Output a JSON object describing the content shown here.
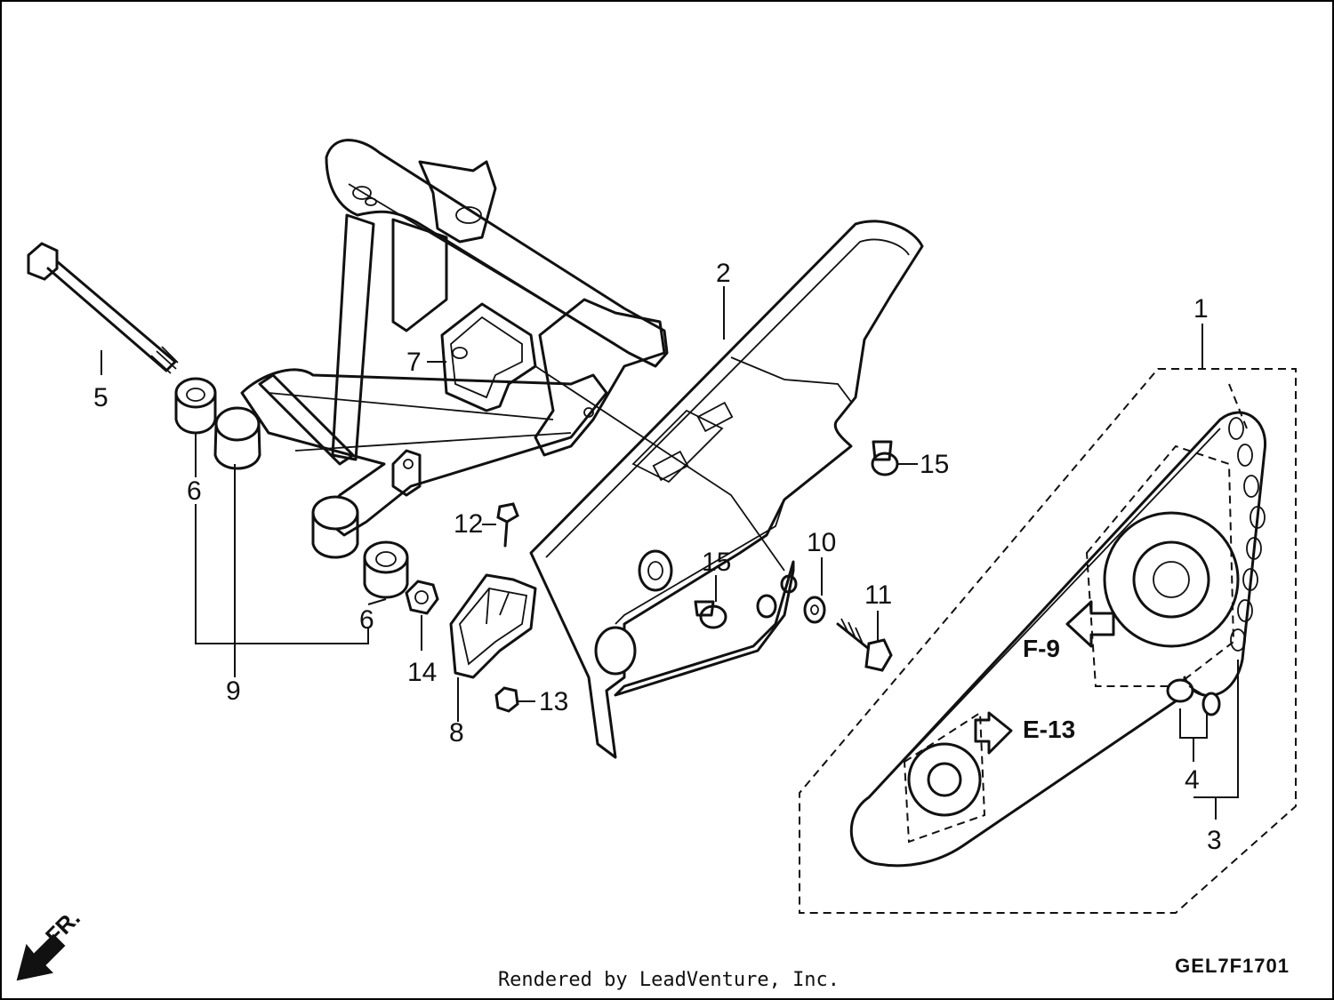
{
  "callouts": {
    "p1": "1",
    "p2": "2",
    "p3": "3",
    "p4": "4",
    "p5": "5",
    "p6a": "6",
    "p6b": "6",
    "p7": "7",
    "p8": "8",
    "p9": "9",
    "p10": "10",
    "p11": "11",
    "p12": "12",
    "p13": "13",
    "p14": "14",
    "p15a": "15",
    "p15b": "15"
  },
  "refs": {
    "f9": "F-9",
    "e13": "E-13"
  },
  "front_indicator": "FR.",
  "diagram_code": "GEL7F1701",
  "footer": "Rendered by LeadVenture, Inc.",
  "icons": {
    "front_arrow": "arrow-down-left-icon",
    "ref_arrow_left": "hollow-arrow-left-icon",
    "ref_arrow_right": "hollow-arrow-right-icon"
  }
}
